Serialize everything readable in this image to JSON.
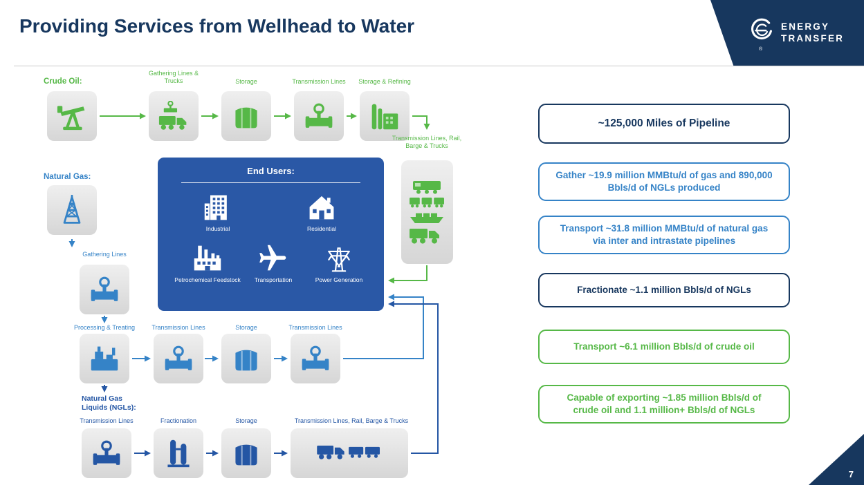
{
  "slide": {
    "title": "Providing Services from Wellhead to Water",
    "page_number": "7"
  },
  "logo": {
    "line1": "ENERGY",
    "line2": "TRANSFER",
    "registered": "®"
  },
  "colors": {
    "navy": "#17375E",
    "blue": "#3583C7",
    "green": "#56B847",
    "ngl_blue": "#2456A4",
    "end_users_bg": "#2A58A6"
  },
  "diagram": {
    "crude": {
      "section_label": "Crude Oil:",
      "step_labels": [
        "Gathering Lines & Trucks",
        "Storage",
        "Transmission Lines",
        "Storage & Refining"
      ],
      "export_label": "Transmission Lines, Rail, Barge & Trucks"
    },
    "gas": {
      "section_label": "Natural Gas:",
      "gathering_label": "Gathering Lines",
      "row_labels": [
        "Processing & Treating",
        "Transmission Lines",
        "Storage",
        "Transmission Lines"
      ]
    },
    "ngl": {
      "section_label": "Natural Gas Liquids (NGLs):",
      "row_labels": [
        "Transmission Lines",
        "Fractionation",
        "Storage",
        "Transmission Lines, Rail, Barge & Trucks"
      ]
    },
    "end_users": {
      "title": "End Users:",
      "items": [
        "Industrial",
        "Residential",
        "Petrochemical Feedstock",
        "Transportation",
        "Power Generation"
      ]
    }
  },
  "stats": [
    {
      "style": "navy",
      "text": "~125,000 Miles of Pipeline"
    },
    {
      "style": "blue",
      "text": "Gather ~19.9 million MMBtu/d of gas and 890,000 Bbls/d of NGLs produced"
    },
    {
      "style": "blue",
      "text": "Transport ~31.8 million MMBtu/d of natural gas via inter and intrastate pipelines"
    },
    {
      "style": "navy",
      "text": "Fractionate ~1.1 million Bbls/d of NGLs"
    },
    {
      "style": "green",
      "text": "Transport ~6.1 million Bbls/d of crude oil"
    },
    {
      "style": "green",
      "text": "Capable of exporting ~1.85 million Bbls/d of crude oil and 1.1 million+ Bbls/d of NGLs"
    }
  ]
}
